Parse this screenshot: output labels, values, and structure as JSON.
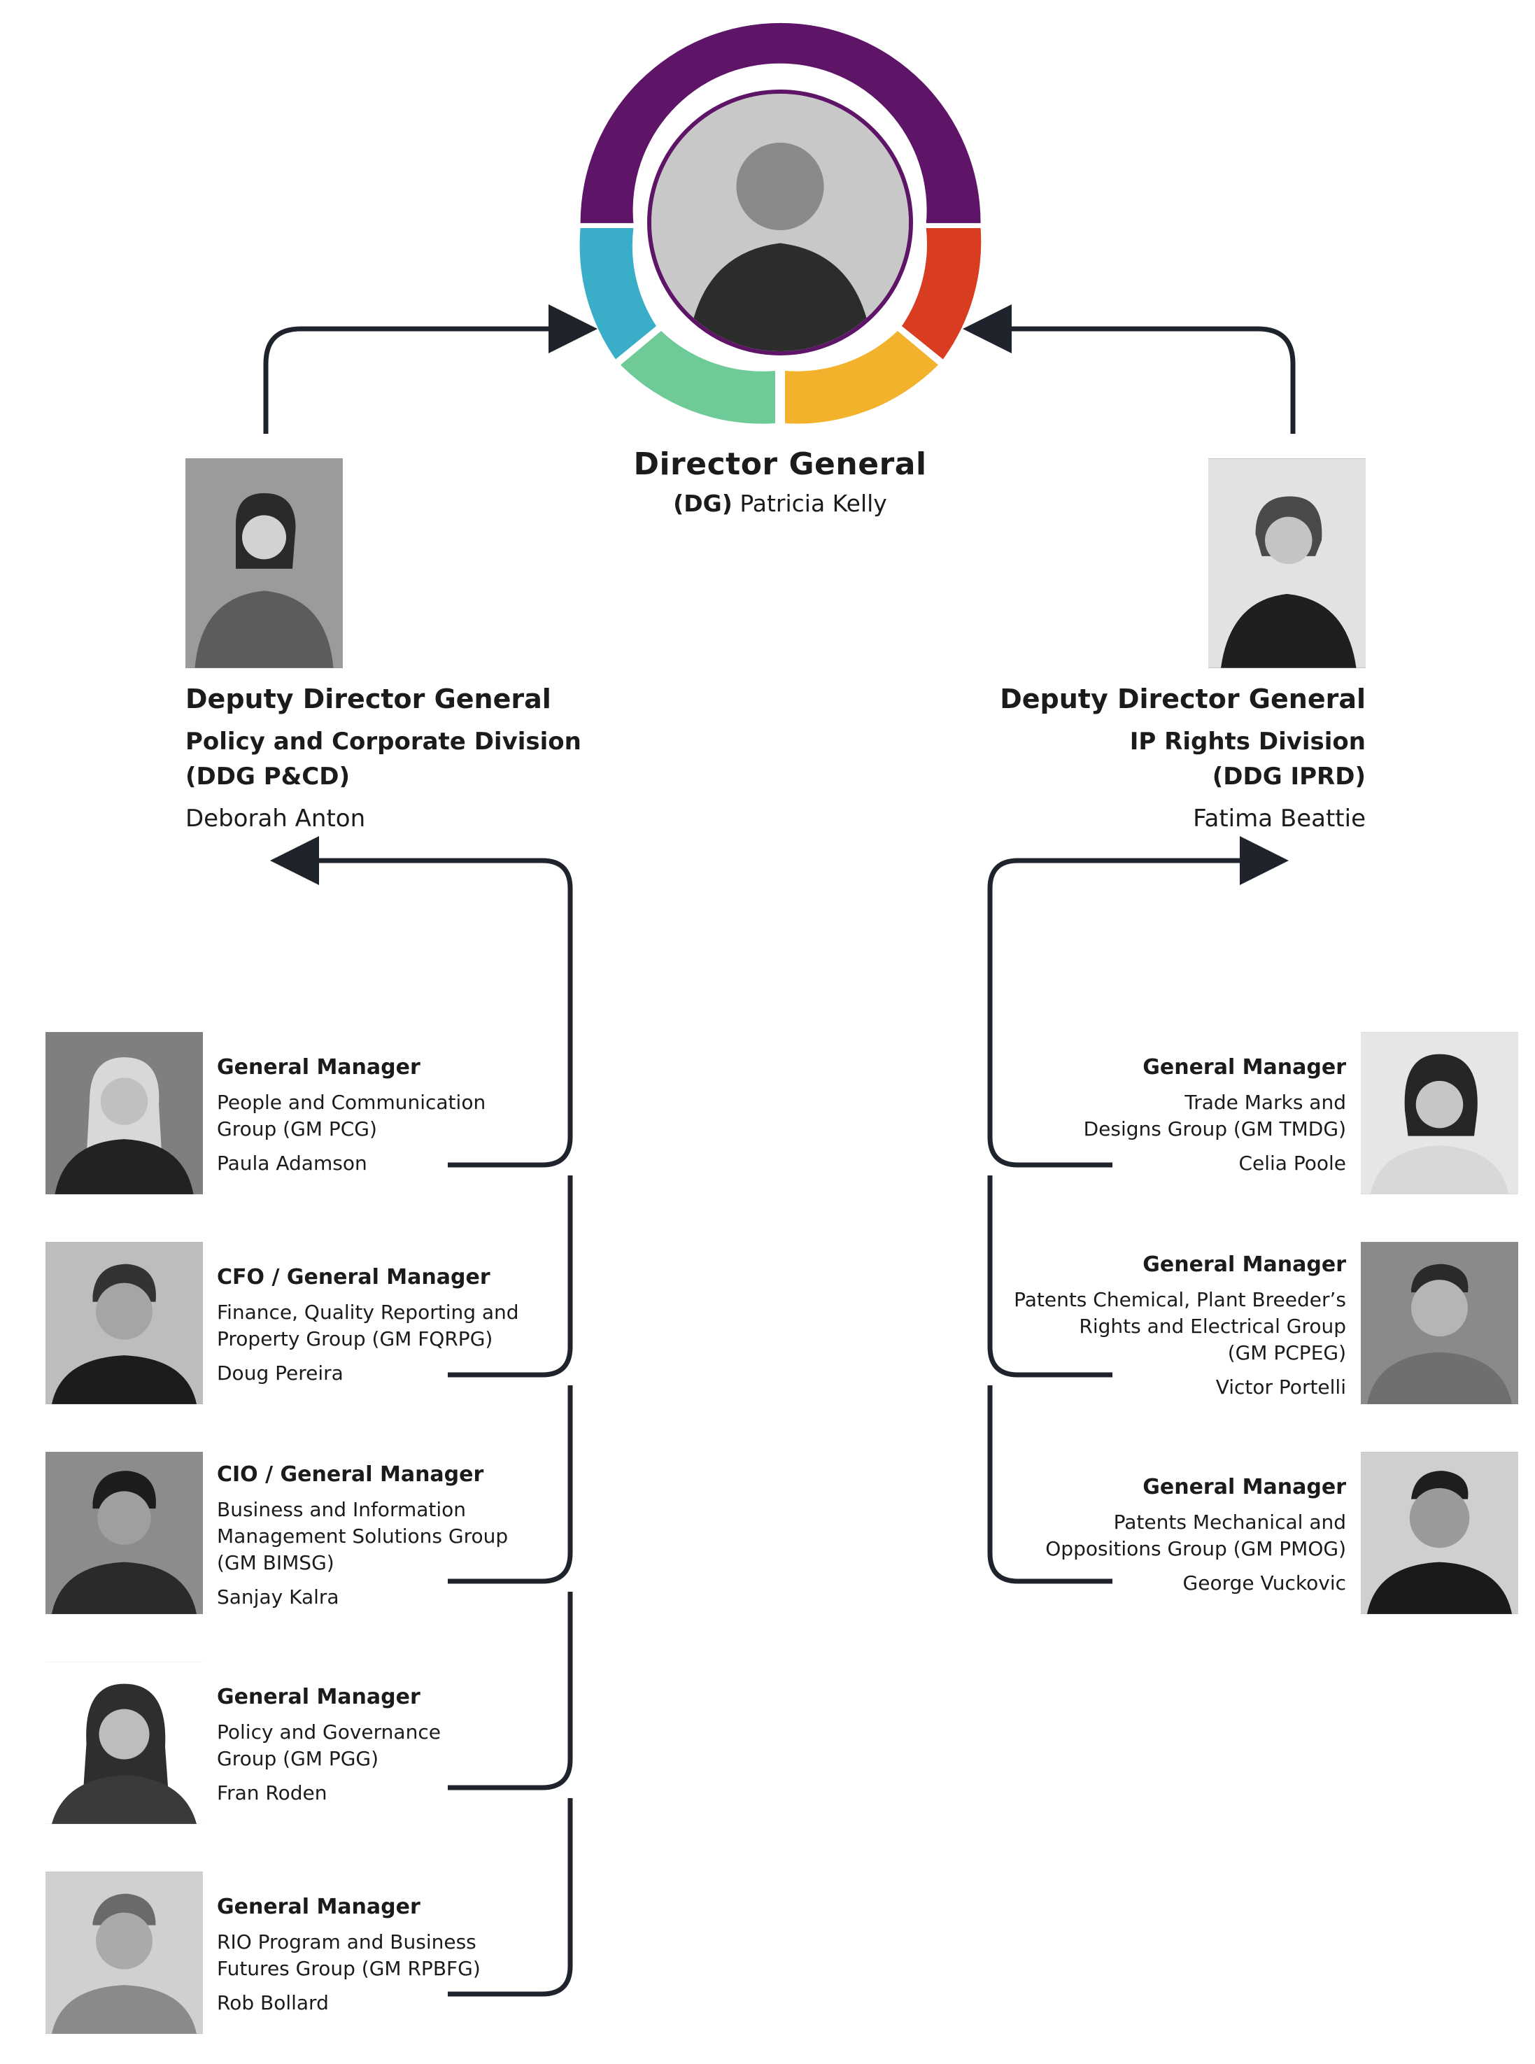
{
  "colors": {
    "ring_top": "#5e1467",
    "ring_left": "#3aaec8",
    "ring_bottom_left": "#6ecb97",
    "ring_bottom_right": "#f2b22b",
    "ring_right": "#d83d22",
    "connector": "#1f232b",
    "text": "#1b1b1b"
  },
  "director_general": {
    "title": "Director General",
    "abbr": "(DG)",
    "name": "Patricia Kelly",
    "photo_icon": "portrait-icon"
  },
  "deputies": [
    {
      "title": "Deputy Director General",
      "division": "Policy and Corporate Division",
      "abbr": "(DDG P&CD)",
      "name": "Deborah Anton"
    },
    {
      "title": "Deputy Director General",
      "division": "IP Rights Division",
      "abbr": "(DDG IPRD)",
      "name": "Fatima Beattie"
    }
  ],
  "general_managers_left": [
    {
      "role": "General Manager",
      "group_lines": [
        "People and Communication",
        "Group (GM PCG)"
      ],
      "name": "Paula Adamson"
    },
    {
      "role": "CFO / General Manager",
      "group_lines": [
        "Finance, Quality Reporting and",
        "Property Group (GM FQRPG)"
      ],
      "name": "Doug Pereira"
    },
    {
      "role": "CIO / General Manager",
      "group_lines": [
        "Business and Information",
        "Management Solutions Group",
        "(GM BIMSG)"
      ],
      "name": "Sanjay Kalra"
    },
    {
      "role": "General Manager",
      "group_lines": [
        "Policy and Governance",
        "Group (GM PGG)"
      ],
      "name": "Fran Roden"
    },
    {
      "role": "General Manager",
      "group_lines": [
        "RIO Program and Business",
        "Futures Group (GM RPBFG)"
      ],
      "name": "Rob Bollard"
    }
  ],
  "general_managers_right": [
    {
      "role": "General Manager",
      "group_lines": [
        "Trade Marks and",
        "Designs Group (GM TMDG)"
      ],
      "name": "Celia Poole"
    },
    {
      "role": "General Manager",
      "group_lines": [
        "Patents Chemical, Plant Breeder’s",
        "Rights and Electrical Group",
        "(GM PCPEG)"
      ],
      "name": "Victor Portelli"
    },
    {
      "role": "General Manager",
      "group_lines": [
        "Patents Mechanical and",
        "Oppositions Group (GM PMOG)"
      ],
      "name": "George Vuckovic"
    }
  ]
}
